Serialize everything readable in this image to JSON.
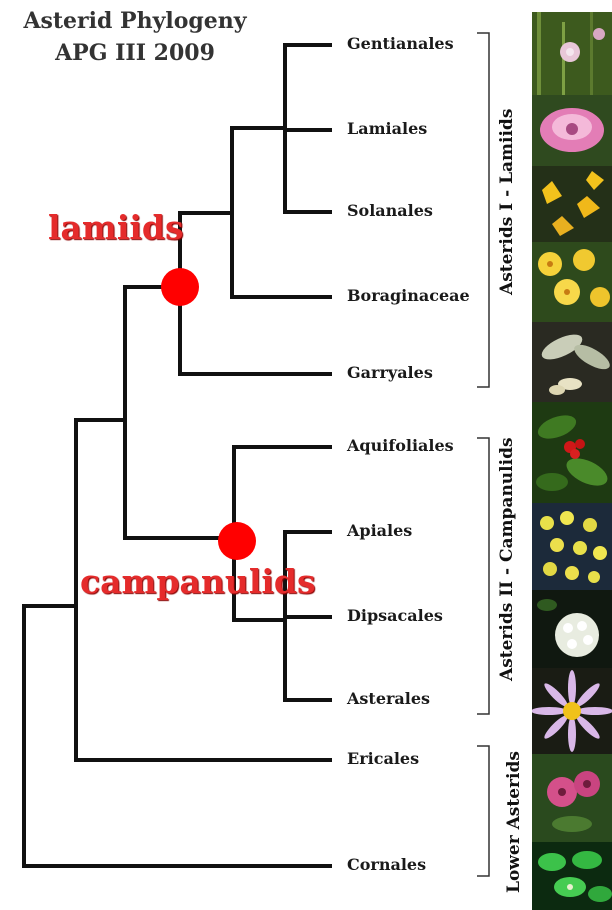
{
  "title": {
    "line1": "Asterid Phylogeny",
    "line2": "APG III 2009"
  },
  "taxa": [
    "Gentianales",
    "Lamiales",
    "Solanales",
    "Boraginaceae",
    "Garryales",
    "Aquifoliales",
    "Apiales",
    "Dipsacales",
    "Asterales",
    "Ericales",
    "Cornales"
  ],
  "clades": {
    "lamiids": "lamiids",
    "campanulids": "campanulids"
  },
  "groups": {
    "asterids_1": "Asterids I - Lamiids",
    "asterids_2": "Asterids II - Campanulids",
    "lower": "Lower Asterids"
  },
  "colors": {
    "node_marker": "#ff0000",
    "clade_text": "#e52b2b",
    "branch": "#111111"
  },
  "photos": [
    {
      "name": "gentianales-flower-photo"
    },
    {
      "name": "lamiales-flower-photo"
    },
    {
      "name": "solanales-flower-photo"
    },
    {
      "name": "boraginaceae-flower-photo"
    },
    {
      "name": "garryales-leaf-photo"
    },
    {
      "name": "aquifoliales-holly-photo"
    },
    {
      "name": "apiales-umbel-photo"
    },
    {
      "name": "dipsacales-flower-photo"
    },
    {
      "name": "asterales-aster-photo"
    },
    {
      "name": "ericales-flower-photo"
    },
    {
      "name": "cornales-leaf-photo"
    }
  ]
}
